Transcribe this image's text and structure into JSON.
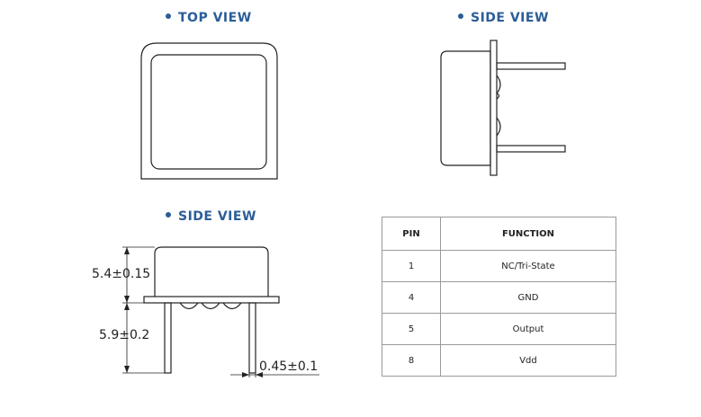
{
  "titles": {
    "top_view": "TOP VIEW",
    "side_view_right": "SIDE VIEW",
    "side_view_left": "SIDE VIEW"
  },
  "dimensions": {
    "body_height": "5.4±0.15",
    "pin_length": "5.9±0.2",
    "pin_width": "0.45±0.1"
  },
  "pin_table": {
    "headers": [
      "PIN",
      "FUNCTION"
    ],
    "rows": [
      {
        "pin": "1",
        "function": "NC/Tri-State"
      },
      {
        "pin": "4",
        "function": "GND"
      },
      {
        "pin": "5",
        "function": "Output"
      },
      {
        "pin": "8",
        "function": "Vdd"
      }
    ]
  },
  "colors": {
    "title_blue": "#2b5d97",
    "line": "#222222",
    "table_border": "#9a9a9a"
  }
}
